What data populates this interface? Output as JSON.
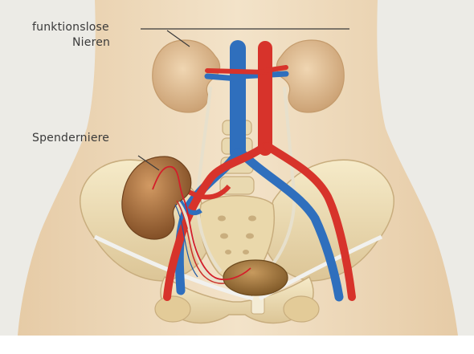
{
  "labels": {
    "nonfunctional_kidneys_line1": "funktionslose",
    "nonfunctional_kidneys_line2": "Nieren",
    "donor_kidney": "Spenderniere"
  },
  "colors": {
    "background_panel": "#ecebe6",
    "skin": "#efdcc0",
    "bone": "#eedfb6",
    "artery": "#d7332b",
    "vein": "#2f6fbd",
    "kidney": "#ddb88e",
    "donor_kidney": "#a86b3a",
    "bladder": "#9b6e37",
    "ureter": "#e7e0cc",
    "label_text": "#3a3a3a"
  }
}
